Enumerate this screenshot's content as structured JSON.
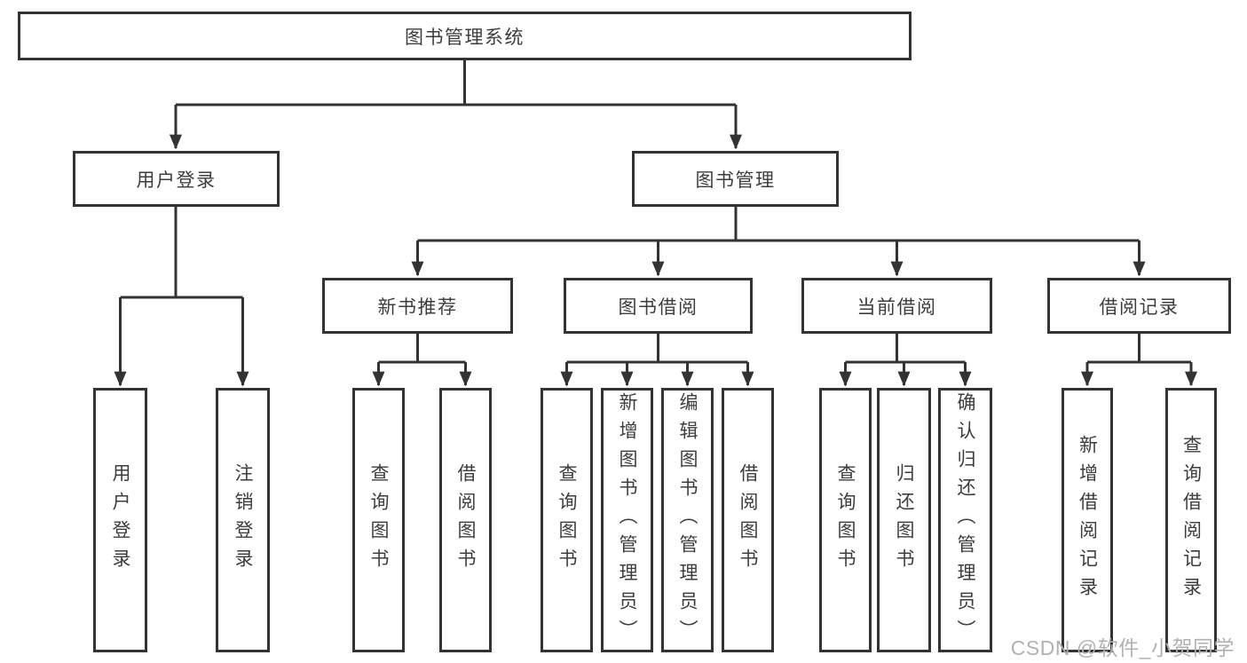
{
  "diagram_type": "hierarchy-tree",
  "tree": {
    "label": "图书管理系统",
    "children": [
      {
        "label": "用户登录",
        "children": [
          {
            "label": "用户登录"
          },
          {
            "label": "注销登录"
          }
        ]
      },
      {
        "label": "图书管理",
        "children": [
          {
            "label": "新书推荐",
            "children": [
              {
                "label": "查询图书"
              },
              {
                "label": "借阅图书"
              }
            ]
          },
          {
            "label": "图书借阅",
            "children": [
              {
                "label": "查询图书"
              },
              {
                "label": "新增图书（管理员）"
              },
              {
                "label": "编辑图书（管理员）"
              },
              {
                "label": "借阅图书"
              }
            ]
          },
          {
            "label": "当前借阅",
            "children": [
              {
                "label": "查询图书"
              },
              {
                "label": "归还图书"
              },
              {
                "label": "确认归还（管理员）"
              }
            ]
          },
          {
            "label": "借阅记录",
            "children": [
              {
                "label": "新增借阅记录"
              },
              {
                "label": "查询借阅记录"
              }
            ]
          }
        ]
      }
    ]
  },
  "watermark": {
    "text": "CSDN @软件_小贺同学"
  },
  "colors": {
    "line": "#333333",
    "box_border": "#333333",
    "text": "#3d3d3d",
    "background": "#ffffff",
    "watermark": "#b3b0b0"
  }
}
